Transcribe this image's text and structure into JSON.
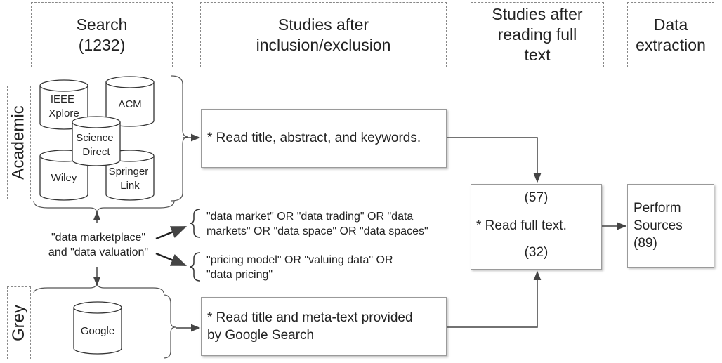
{
  "headers": {
    "search": "Search\n(1232)",
    "inclusion": "Studies after\ninclusion/exclusion",
    "fulltext": "Studies after\nreading full\ntext",
    "extraction": "Data\nextraction"
  },
  "categories": {
    "academic": "Academic",
    "grey": "Grey"
  },
  "databases": [
    {
      "label": "IEEE\nXplore"
    },
    {
      "label": "ACM"
    },
    {
      "label": "Science\nDirect"
    },
    {
      "label": "Wiley"
    },
    {
      "label": "Springer\nLink"
    }
  ],
  "grey_source": "Google",
  "search_terms": "\"data marketplace\"\nand \"data valuation\"",
  "queries": {
    "marketplace": "\"data market\" OR \"data trading\" OR \"data\nmarkets\" OR \"data space\" OR \"data spaces\"",
    "valuation": "\"pricing model\" OR \"valuing data\" OR\n\"data pricing\""
  },
  "steps": {
    "academic_screen": "* Read title, abstract, and keywords.",
    "grey_screen": "* Read title and meta-text provided\nby Google Search",
    "count_after_screen": "(57)",
    "read_full": "* Read full text.",
    "count_after_full": "(32)",
    "result": "Perform\nSources\n(89)"
  },
  "colors": {
    "border": "#9a9a9a",
    "dashed": "#888888",
    "arrow": "#444444",
    "text": "#222222"
  }
}
